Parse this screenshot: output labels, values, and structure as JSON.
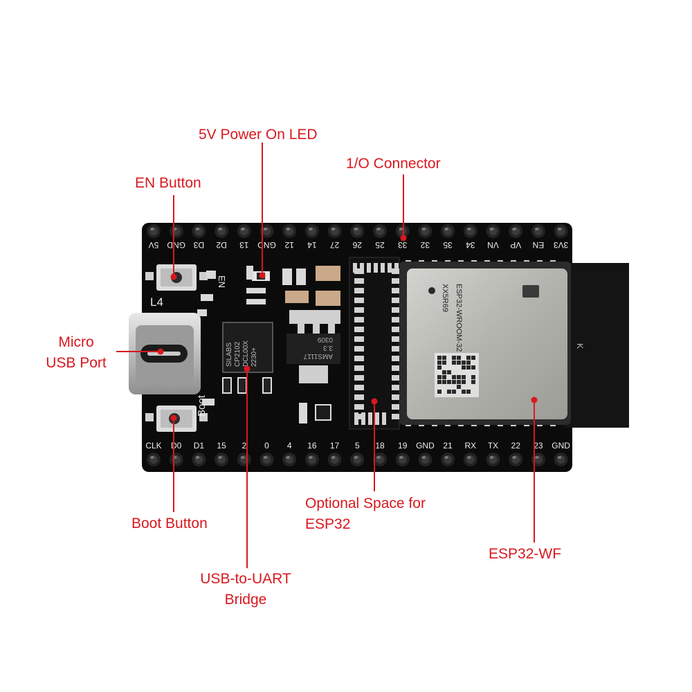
{
  "callouts": {
    "power_led": "5V Power On LED",
    "io_connector": "1/O Connector",
    "en_button": "EN Button",
    "micro_usb": [
      "Micro",
      "USB Port"
    ],
    "boot_button": "Boot Button",
    "usb_uart": [
      "USB-to-UART",
      "Bridge"
    ],
    "optional_space": [
      "Optional Space for",
      "ESP32"
    ],
    "esp32_wf": "ESP32-WF"
  },
  "board": {
    "top_pins": [
      "5V",
      "GND",
      "D3",
      "D2",
      "13",
      "GND",
      "12",
      "14",
      "27",
      "26",
      "25",
      "33",
      "32",
      "35",
      "34",
      "VN",
      "VP",
      "EN",
      "3V3"
    ],
    "bottom_pins": [
      "CLK",
      "D0",
      "D1",
      "15",
      "2",
      "0",
      "4",
      "16",
      "17",
      "5",
      "18",
      "19",
      "GND",
      "21",
      "RX",
      "TX",
      "22",
      "23",
      "GND"
    ],
    "silk_en": "EN",
    "silk_boot": "Boot",
    "silk_l4": "L4",
    "bridge_chip_text": [
      "SILABS",
      "CP2102",
      "DCL00X",
      "2230+"
    ],
    "regulator_text": [
      "AMS1117",
      "3.3",
      "0309"
    ],
    "module_text": [
      "ESP32-WROOM-32",
      "XX5R69"
    ],
    "antenna_mark": "K"
  },
  "colors": {
    "callout": "#d8181f",
    "pcb": "#0b0b0b",
    "pin": "#1a1a1a",
    "module": "#b8b8b4"
  }
}
